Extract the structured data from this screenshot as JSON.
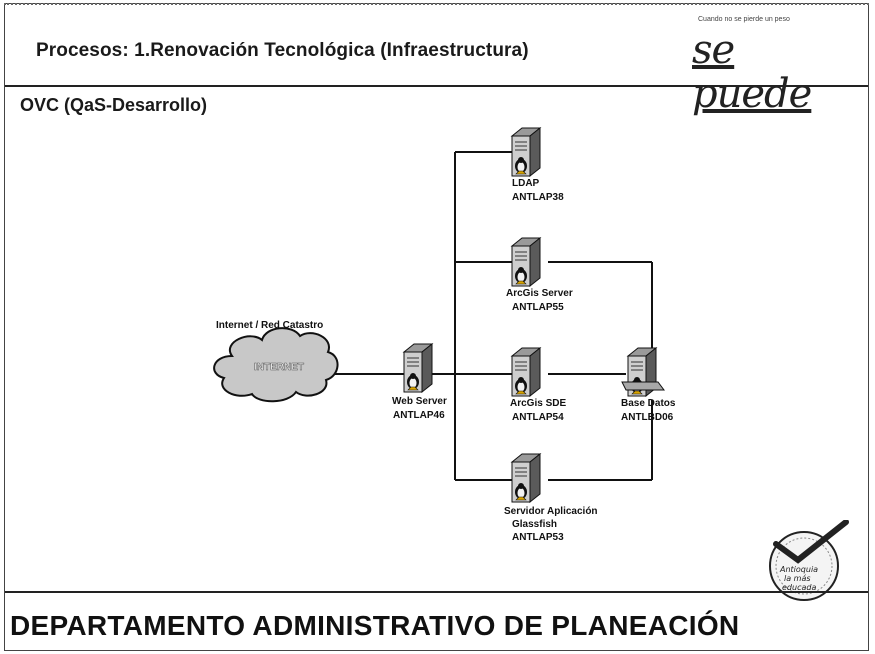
{
  "header": {
    "title": "Procesos: 1.Renovación Tecnológica (Infraestructura)",
    "slogan_small": "Cuando no se pierde un peso",
    "slogan_big": "se puede"
  },
  "subtitle": "OVC (QaS-Desarrollo)",
  "footer": {
    "title": "DEPARTAMENTO ADMINISTRATIVO DE PLANEACIÓN",
    "seal_text": "Antioquia la más educada"
  },
  "diagram": {
    "cloud_label": "Internet / Red Catastro",
    "cloud_inner_text": "INTERNET",
    "nodes": {
      "web": {
        "name": "Web Server",
        "host": "ANTLAP46"
      },
      "ldap": {
        "name": "LDAP",
        "host": "ANTLAP38"
      },
      "arcgis_server": {
        "name": "ArcGis Server",
        "host": "ANTLAP55"
      },
      "arcgis_sde": {
        "name": "ArcGis SDE",
        "host": "ANTLAP54"
      },
      "glassfish": {
        "name": "Servidor Aplicación",
        "name2": "Glassfish",
        "host": "ANTLAP53"
      },
      "db": {
        "name": "Base Datos",
        "host": "ANTLBD06"
      }
    }
  },
  "colors": {
    "line": "#111111",
    "server_dark": "#3a3a3a",
    "server_light": "#bdbdbd"
  }
}
